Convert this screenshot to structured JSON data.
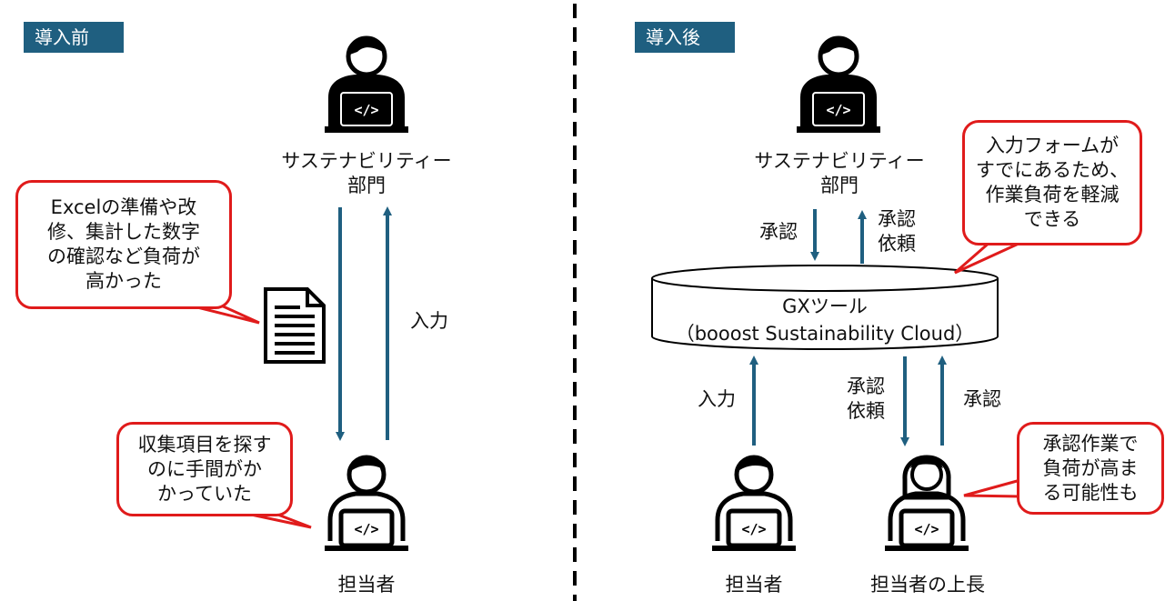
{
  "before": {
    "tag": "導入前",
    "dept_label_line1": "サステナビリティー",
    "dept_label_line2": "部門",
    "staff_label": "担当者",
    "input_label": "入力",
    "bubble_excel": "Excelの準備や改\n修、集計した数字\nの確認など負荷が\n高かった",
    "bubble_search": "収集項目を探す\nのに手間がか\nかっていた"
  },
  "after": {
    "tag": "導入後",
    "dept_label_line1": "サステナビリティー",
    "dept_label_line2": "部門",
    "approve_label": "承認",
    "request_label_line1": "承認",
    "request_label_line2": "依頼",
    "tool_line1": "GXツール",
    "tool_line2": "（booost Sustainability Cloud）",
    "input_label": "入力",
    "request2_label_line1": "承認",
    "request2_label_line2": "依頼",
    "approve2_label": "承認",
    "staff_label": "担当者",
    "manager_label": "担当者の上長",
    "bubble_form": "入力フォームが\nすでにあるため、\n作業負荷を軽減\nできる",
    "bubble_manager": "承認作業で\n負荷が高ま\nる可能性も"
  },
  "colors": {
    "arrow": "#1f5f80",
    "bubble_border": "#e01b1b",
    "tag_bg": "#1f5f80"
  },
  "icons": [
    "developer-icon",
    "document-icon"
  ]
}
